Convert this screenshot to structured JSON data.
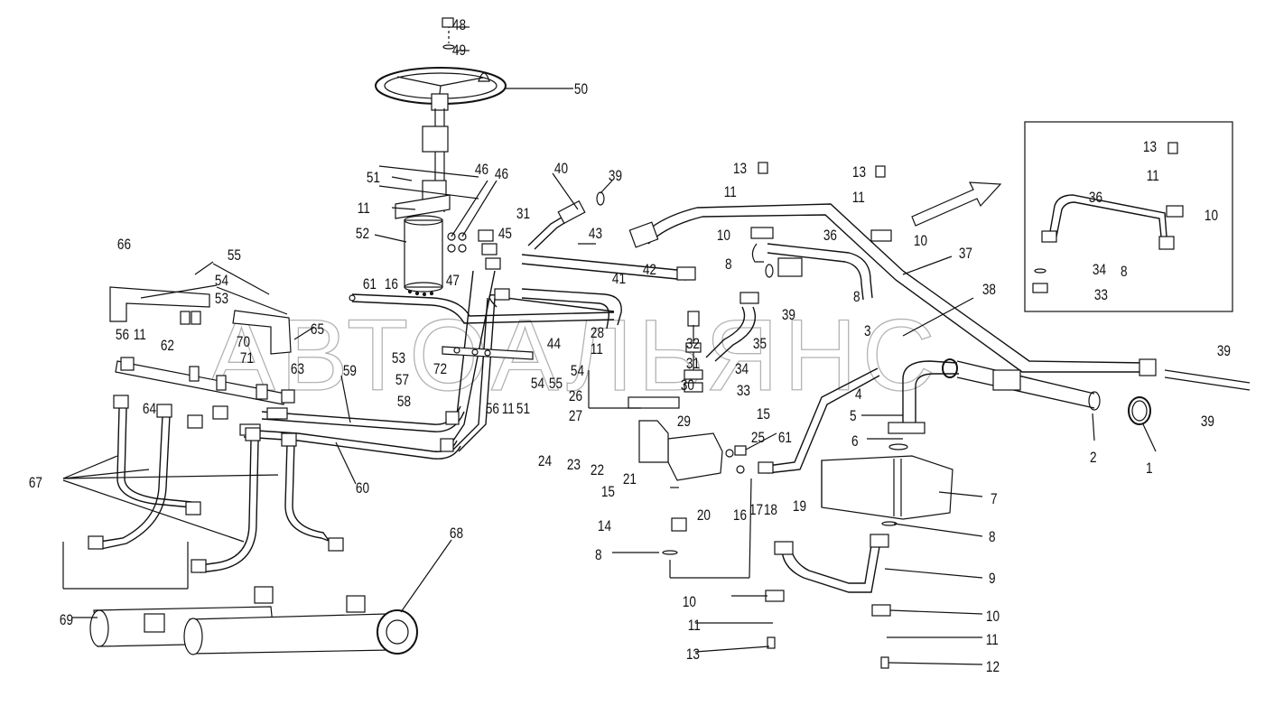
{
  "watermark": "АВТОАЛЬЯНС",
  "colors": {
    "line": "#111111",
    "background": "#ffffff",
    "watermark": "#9a9a9a"
  },
  "callouts": [
    {
      "id": "c48",
      "text": "48"
    },
    {
      "id": "c49",
      "text": "49"
    },
    {
      "id": "c50",
      "text": "50"
    },
    {
      "id": "c51a",
      "text": "51"
    },
    {
      "id": "c11a",
      "text": "11"
    },
    {
      "id": "c52",
      "text": "52"
    },
    {
      "id": "c46a",
      "text": "46"
    },
    {
      "id": "c46b",
      "text": "46"
    },
    {
      "id": "c45",
      "text": "45"
    },
    {
      "id": "c31a",
      "text": "31"
    },
    {
      "id": "c47",
      "text": "47"
    },
    {
      "id": "c40",
      "text": "40"
    },
    {
      "id": "c39a",
      "text": "39"
    },
    {
      "id": "c43",
      "text": "43"
    },
    {
      "id": "c41",
      "text": "41"
    },
    {
      "id": "c42",
      "text": "42"
    },
    {
      "id": "c13a",
      "text": "13"
    },
    {
      "id": "c11b",
      "text": "11"
    },
    {
      "id": "c13b",
      "text": "13"
    },
    {
      "id": "c11c",
      "text": "11"
    },
    {
      "id": "c10a",
      "text": "10"
    },
    {
      "id": "c36a",
      "text": "36"
    },
    {
      "id": "c10b",
      "text": "10"
    },
    {
      "id": "c8a",
      "text": "8"
    },
    {
      "id": "c39b",
      "text": "39"
    },
    {
      "id": "c8b",
      "text": "8"
    },
    {
      "id": "c37",
      "text": "37"
    },
    {
      "id": "c38",
      "text": "38"
    },
    {
      "id": "c3",
      "text": "3"
    },
    {
      "id": "c13c",
      "text": "13"
    },
    {
      "id": "c11d",
      "text": "11"
    },
    {
      "id": "c36b",
      "text": "36"
    },
    {
      "id": "c10c",
      "text": "10"
    },
    {
      "id": "c34a",
      "text": "34"
    },
    {
      "id": "c8c",
      "text": "8"
    },
    {
      "id": "c33a",
      "text": "33"
    },
    {
      "id": "c66",
      "text": "66"
    },
    {
      "id": "c55a",
      "text": "55"
    },
    {
      "id": "c54a",
      "text": "54"
    },
    {
      "id": "c53a",
      "text": "53"
    },
    {
      "id": "c56a",
      "text": "56"
    },
    {
      "id": "c11e",
      "text": "11"
    },
    {
      "id": "c62",
      "text": "62"
    },
    {
      "id": "c70",
      "text": "70"
    },
    {
      "id": "c71",
      "text": "71"
    },
    {
      "id": "c65",
      "text": "65"
    },
    {
      "id": "c61a",
      "text": "61"
    },
    {
      "id": "c16a",
      "text": "16"
    },
    {
      "id": "c53b",
      "text": "53"
    },
    {
      "id": "c72",
      "text": "72"
    },
    {
      "id": "c57",
      "text": "57"
    },
    {
      "id": "c58",
      "text": "58"
    },
    {
      "id": "c59",
      "text": "59"
    },
    {
      "id": "c63",
      "text": "63"
    },
    {
      "id": "c64",
      "text": "64"
    },
    {
      "id": "c56b",
      "text": "56"
    },
    {
      "id": "c11f",
      "text": "11"
    },
    {
      "id": "c51b",
      "text": "51"
    },
    {
      "id": "c44",
      "text": "44"
    },
    {
      "id": "c54b",
      "text": "54"
    },
    {
      "id": "c55b",
      "text": "55"
    },
    {
      "id": "c28",
      "text": "28"
    },
    {
      "id": "c11g",
      "text": "11"
    },
    {
      "id": "c54c",
      "text": "54"
    },
    {
      "id": "c26",
      "text": "26"
    },
    {
      "id": "c32",
      "text": "32"
    },
    {
      "id": "c35",
      "text": "35"
    },
    {
      "id": "c31b",
      "text": "31"
    },
    {
      "id": "c34b",
      "text": "34"
    },
    {
      "id": "c30",
      "text": "30"
    },
    {
      "id": "c33b",
      "text": "33"
    },
    {
      "id": "c15a",
      "text": "15"
    },
    {
      "id": "c27",
      "text": "27"
    },
    {
      "id": "c29",
      "text": "29"
    },
    {
      "id": "c4",
      "text": "4"
    },
    {
      "id": "c5",
      "text": "5"
    },
    {
      "id": "c2",
      "text": "2"
    },
    {
      "id": "c1",
      "text": "1"
    },
    {
      "id": "c39c",
      "text": "39"
    },
    {
      "id": "c39d",
      "text": "39"
    },
    {
      "id": "c24",
      "text": "24"
    },
    {
      "id": "c23",
      "text": "23"
    },
    {
      "id": "c22",
      "text": "22"
    },
    {
      "id": "c25",
      "text": "25"
    },
    {
      "id": "c61b",
      "text": "61"
    },
    {
      "id": "c6",
      "text": "6"
    },
    {
      "id": "c21",
      "text": "21"
    },
    {
      "id": "c20",
      "text": "20"
    },
    {
      "id": "c16b",
      "text": "16"
    },
    {
      "id": "c17",
      "text": "17"
    },
    {
      "id": "c18",
      "text": "18"
    },
    {
      "id": "c19",
      "text": "19"
    },
    {
      "id": "c7",
      "text": "7"
    },
    {
      "id": "c15b",
      "text": "15"
    },
    {
      "id": "c60",
      "text": "60"
    },
    {
      "id": "c67",
      "text": "67"
    },
    {
      "id": "c14",
      "text": "14"
    },
    {
      "id": "c8d",
      "text": "8"
    },
    {
      "id": "c8e",
      "text": "8"
    },
    {
      "id": "c9",
      "text": "9"
    },
    {
      "id": "c68",
      "text": "68"
    },
    {
      "id": "c10d",
      "text": "10"
    },
    {
      "id": "c11h",
      "text": "11"
    },
    {
      "id": "c10e",
      "text": "10"
    },
    {
      "id": "c11i",
      "text": "11"
    },
    {
      "id": "c69",
      "text": "69"
    },
    {
      "id": "c13d",
      "text": "13"
    },
    {
      "id": "c12",
      "text": "12"
    }
  ]
}
